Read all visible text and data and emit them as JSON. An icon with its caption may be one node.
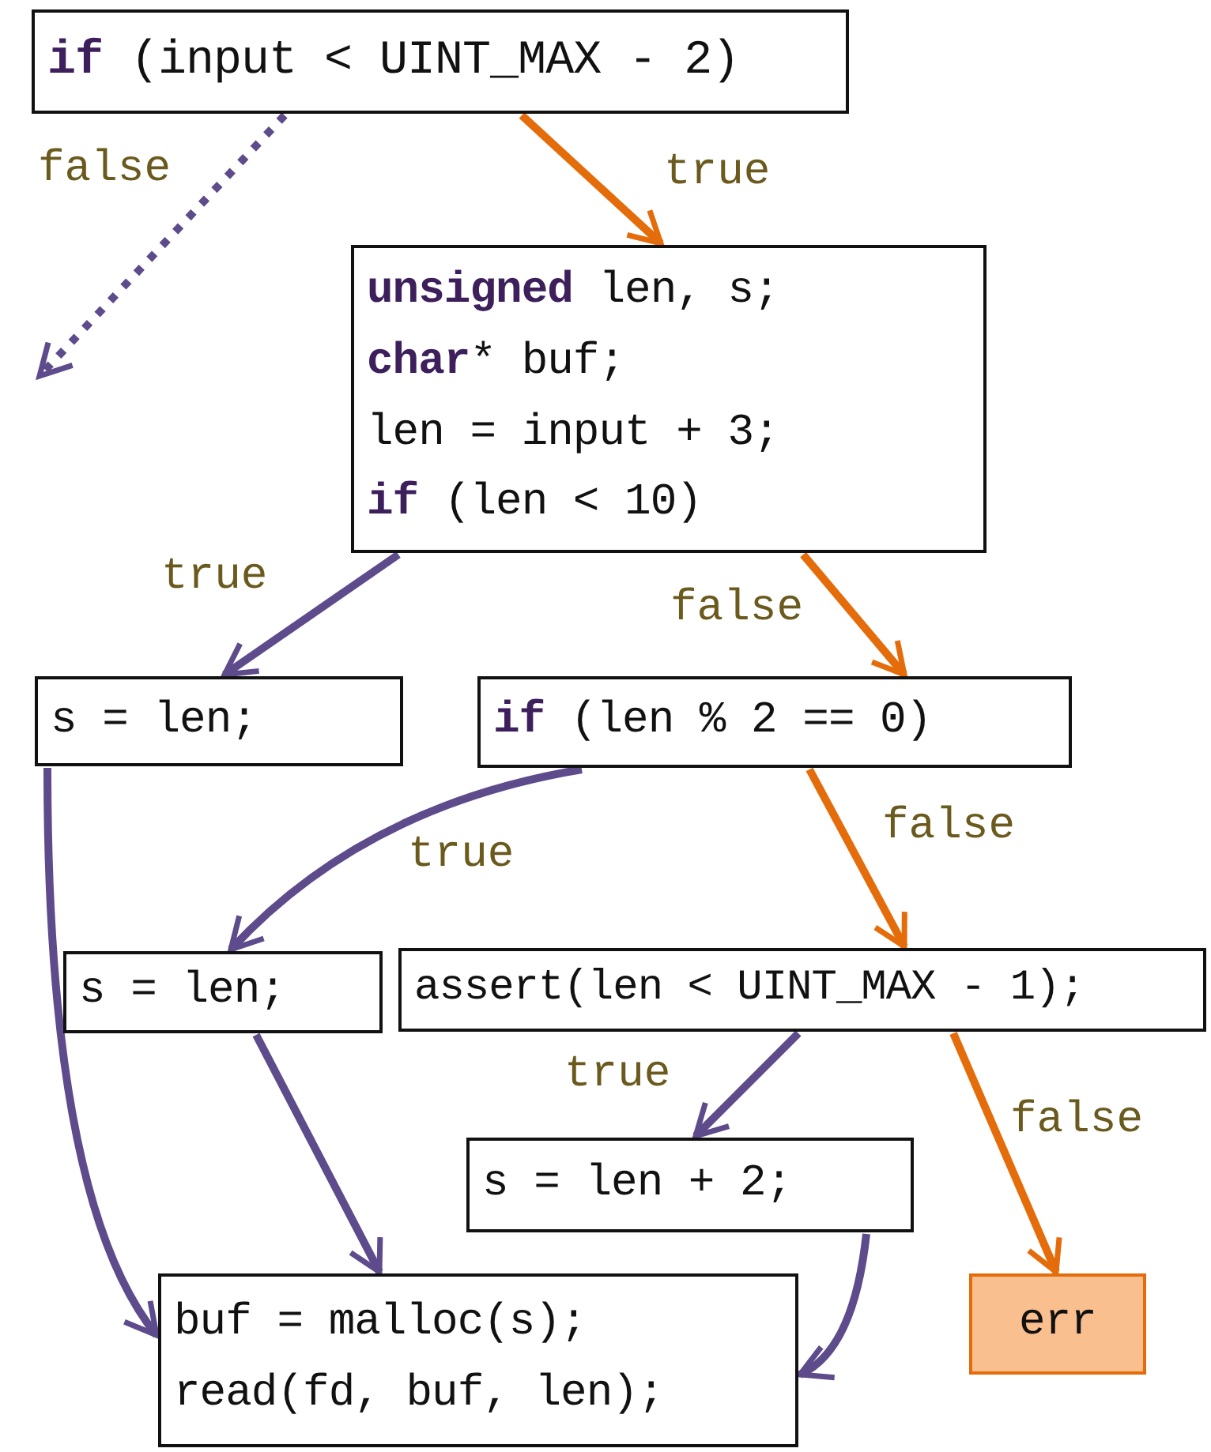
{
  "diagram": {
    "nodes": [
      {
        "text": [
          "**if** (input < UINT_MAX - 2)"
        ]
      },
      {
        "text": [
          "**unsigned** len, s;",
          "**char*** buf;",
          "len = input + 3;",
          "**if** (len < 10)"
        ]
      },
      {
        "text": [
          "s = len;"
        ]
      },
      {
        "text": [
          "**if** (len % 2 == 0)"
        ]
      },
      {
        "text": [
          "s = len;"
        ]
      },
      {
        "text": [
          "assert(len < UINT_MAX - 1);"
        ]
      },
      {
        "text": [
          "s = len + 2;"
        ]
      },
      {
        "text": [
          "buf = malloc(s);",
          "read(fd, buf, len);"
        ]
      },
      {
        "text": [
          "err"
        ]
      }
    ],
    "edges": [
      {
        "from": 0,
        "to": null,
        "arrow": "to",
        "label": "false",
        "style": "dashed"
      },
      {
        "from": 0,
        "to": 1,
        "arrow": "to",
        "label": "true",
        "color": "#e46c0a"
      },
      {
        "from": 1,
        "to": 2,
        "arrow": "to",
        "label": "true"
      },
      {
        "from": 1,
        "to": 3,
        "arrow": "to",
        "label": "false",
        "color": "#e46c0a"
      },
      {
        "from": 2,
        "to": 7,
        "arrow": "to"
      },
      {
        "from": 3,
        "to": 4,
        "arrow": "to",
        "label": "true"
      },
      {
        "from": 3,
        "to": 5,
        "arrow": "to",
        "label": "false",
        "color": "#e46c0a"
      },
      {
        "from": 4,
        "to": 7,
        "arrow": "to"
      },
      {
        "from": 5,
        "to": 6,
        "arrow": "to",
        "label": "true"
      },
      {
        "from": 5,
        "to": 8,
        "arrow": "to",
        "label": "false",
        "color": "#e46c0a"
      },
      {
        "from": 6,
        "to": 7,
        "arrow": "to"
      }
    ]
  }
}
